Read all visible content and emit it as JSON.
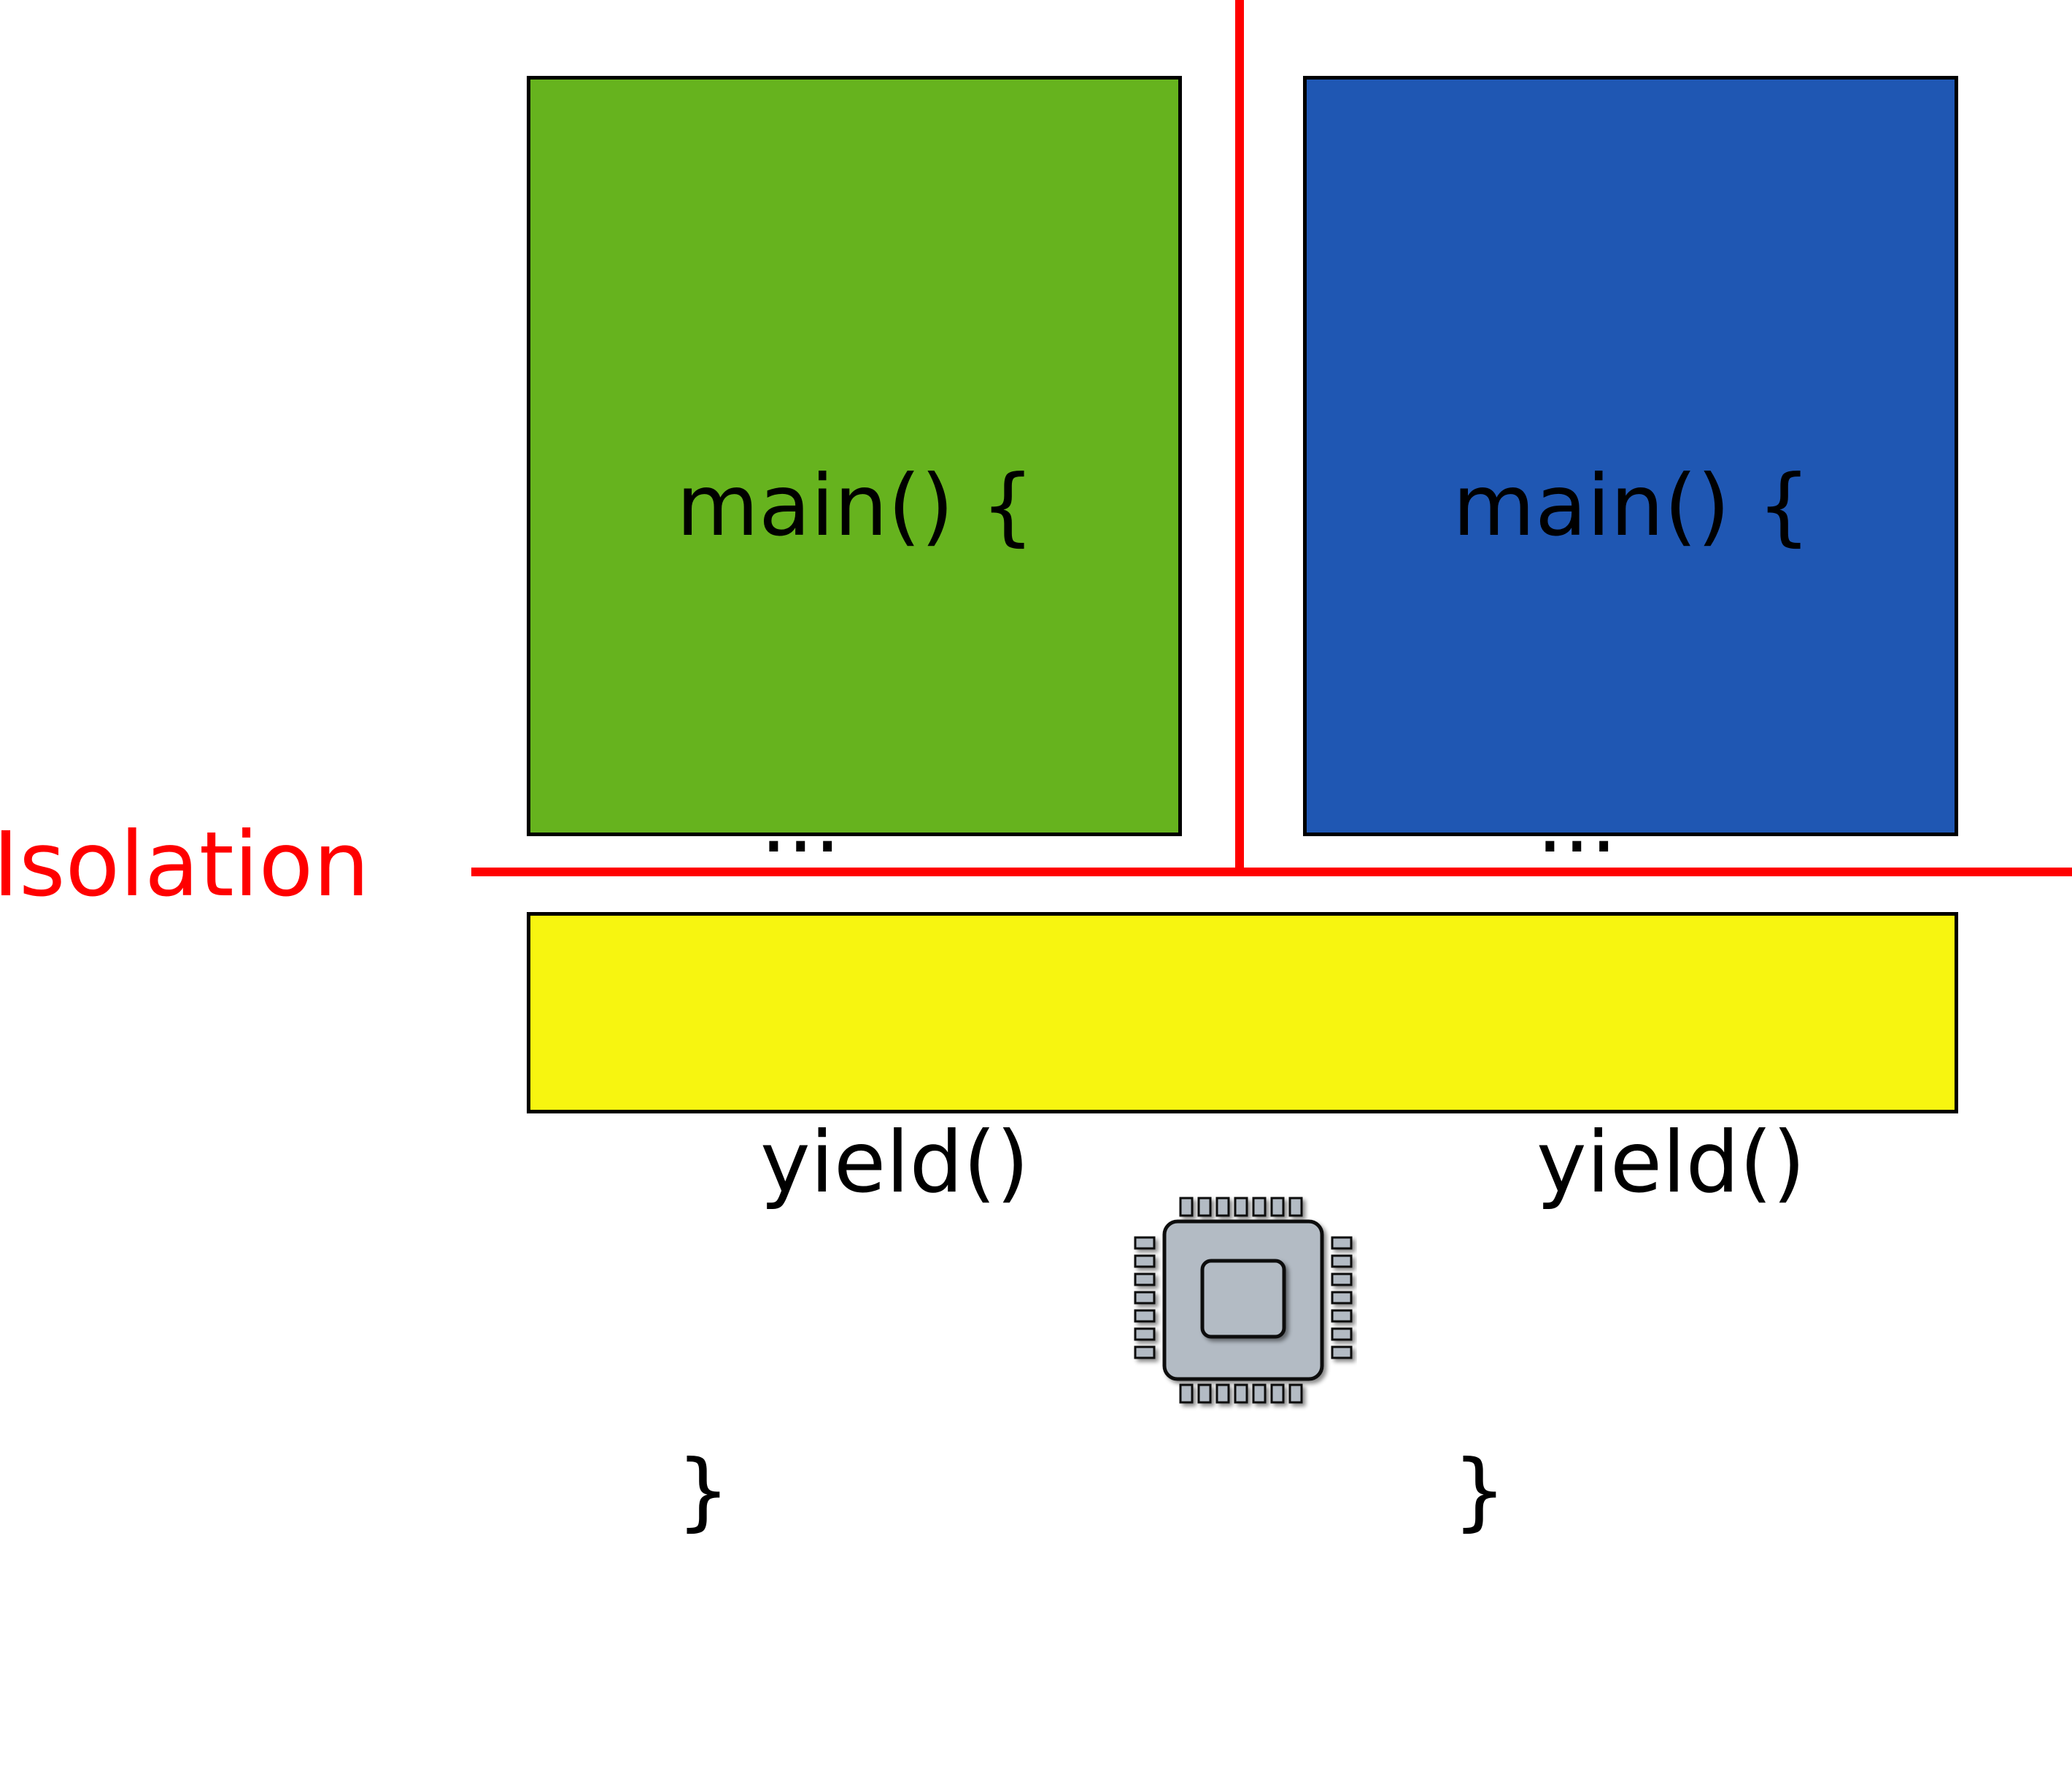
{
  "diagram": {
    "isolation_label": "Isolation",
    "programs": [
      {
        "id": "green",
        "color": "#66b31e",
        "code_lines": [
          "main() {",
          "...",
          "yield()",
          "}"
        ]
      },
      {
        "id": "blue",
        "color": "#1f57b3",
        "code_lines": [
          "main() {",
          "...",
          "yield()",
          "}"
        ]
      }
    ],
    "shared_layer": {
      "color": "#f7f510"
    },
    "cpu": {
      "icon": "cpu-chip-icon",
      "color": "#b3bbc4"
    },
    "colors": {
      "isolation": "#ff0000",
      "outline": "#000000"
    }
  }
}
